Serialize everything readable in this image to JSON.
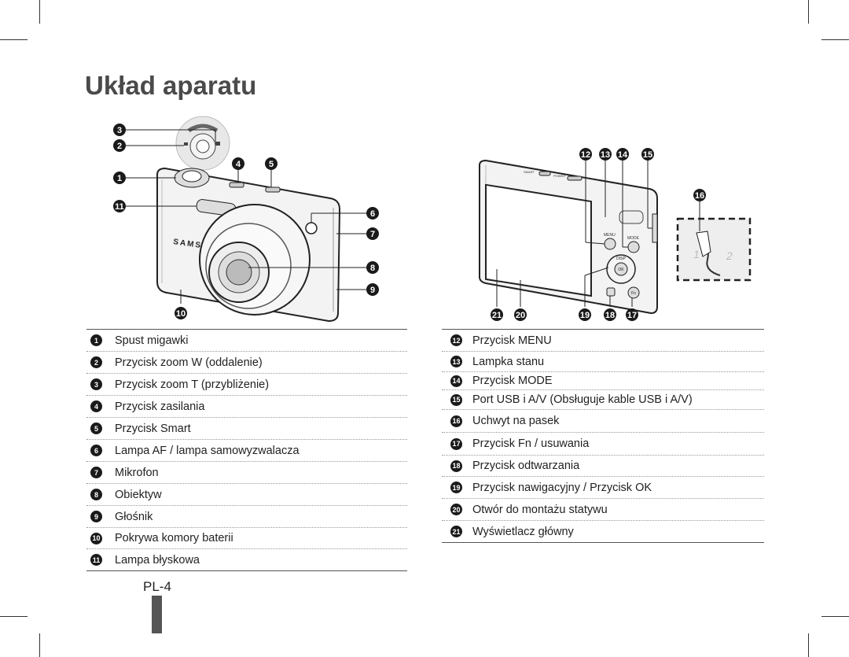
{
  "page": {
    "title": "Układ aparatu",
    "page_number": "PL-4",
    "colors": {
      "title": "#4a4a4a",
      "badge": "#1a1a1a",
      "tab": "#555555"
    }
  },
  "front_view": {
    "brand": "SAMSUNG",
    "callouts": [
      "3",
      "2",
      "1",
      "11",
      "4",
      "5",
      "6",
      "7",
      "8",
      "9",
      "10"
    ]
  },
  "back_view": {
    "button_labels": [
      "MENU",
      "MODE",
      "DISP",
      "OK",
      "Fn",
      "SMART",
      "POWER"
    ],
    "strap_steps": [
      "1",
      "2"
    ],
    "callouts": [
      "12",
      "13",
      "14",
      "15",
      "16",
      "21",
      "20",
      "19",
      "18",
      "17"
    ]
  },
  "legend_left": [
    {
      "num": "1",
      "label": "Spust migawki"
    },
    {
      "num": "2",
      "label": "Przycisk zoom W (oddalenie)"
    },
    {
      "num": "3",
      "label": "Przycisk zoom T (przybliżenie)"
    },
    {
      "num": "4",
      "label": "Przycisk zasilania"
    },
    {
      "num": "5",
      "label": "Przycisk Smart"
    },
    {
      "num": "6",
      "label": "Lampa AF / lampa samowyzwalacza"
    },
    {
      "num": "7",
      "label": "Mikrofon"
    },
    {
      "num": "8",
      "label": "Obiektyw"
    },
    {
      "num": "9",
      "label": "Głośnik"
    },
    {
      "num": "10",
      "label": "Pokrywa komory baterii"
    },
    {
      "num": "11",
      "label": "Lampa błyskowa"
    }
  ],
  "legend_right": [
    {
      "num": "12",
      "label": "Przycisk MENU"
    },
    {
      "num": "13",
      "label": "Lampka stanu"
    },
    {
      "num": "14",
      "label": "Przycisk MODE"
    },
    {
      "num": "15",
      "label": "Port USB i A/V (Obsługuje kable USB i A/V)"
    },
    {
      "num": "16",
      "label": "Uchwyt na pasek"
    },
    {
      "num": "17",
      "label": "Przycisk Fn / usuwania"
    },
    {
      "num": "18",
      "label": "Przycisk odtwarzania"
    },
    {
      "num": "19",
      "label": "Przycisk nawigacyjny / Przycisk OK"
    },
    {
      "num": "20",
      "label": "Otwór do montażu statywu"
    },
    {
      "num": "21",
      "label": "Wyświetlacz główny"
    }
  ]
}
